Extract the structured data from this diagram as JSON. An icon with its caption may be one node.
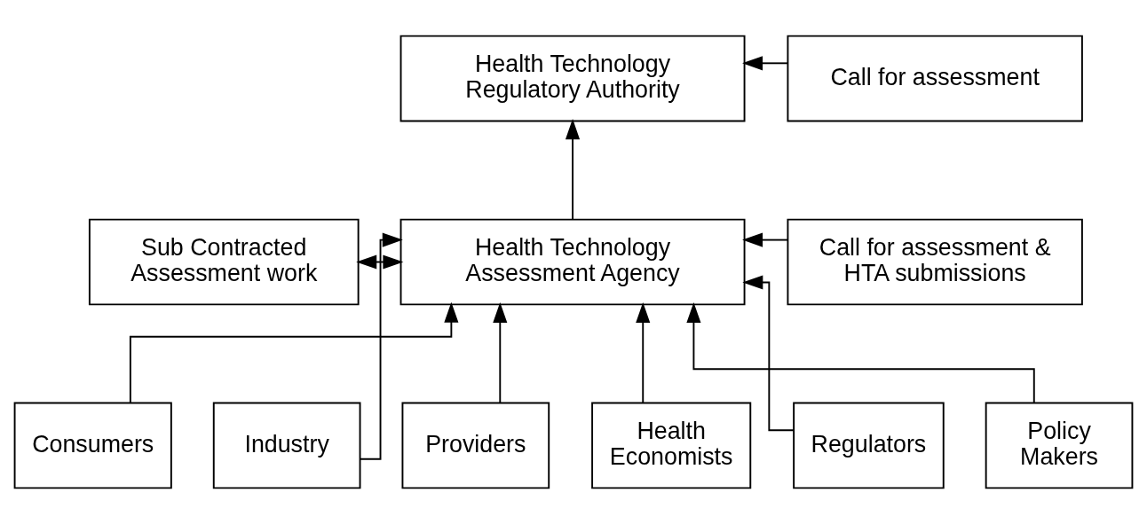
{
  "diagram": {
    "nodes": [
      {
        "text": [
          "Health Technology Regulatory Authority"
        ]
      },
      {
        "text": [
          "Call for assessment"
        ]
      },
      {
        "text": [
          "Sub Contracted Assessment work"
        ]
      },
      {
        "text": [
          "Health Technology Assessment Agency"
        ]
      },
      {
        "text": [
          "Call for assessment & HTA submissions"
        ]
      },
      {
        "text": [
          "Consumers"
        ]
      },
      {
        "text": [
          "Industry"
        ]
      },
      {
        "text": [
          "Providers"
        ]
      },
      {
        "text": [
          "Health Economists"
        ]
      },
      {
        "text": [
          "Regulators"
        ]
      },
      {
        "text": [
          "Policy Makers"
        ]
      }
    ],
    "edges": [
      {
        "from": 1,
        "to": 0,
        "arrow": "to"
      },
      {
        "from": 3,
        "to": 0,
        "arrow": "to"
      },
      {
        "from": 2,
        "to": 3,
        "arrow": "both"
      },
      {
        "from": 4,
        "to": 3,
        "arrow": "to"
      },
      {
        "from": 5,
        "to": 3,
        "arrow": "to"
      },
      {
        "from": 6,
        "to": 3,
        "arrow": "to"
      },
      {
        "from": 7,
        "to": 3,
        "arrow": "to"
      },
      {
        "from": 8,
        "to": 3,
        "arrow": "to"
      },
      {
        "from": 9,
        "to": 3,
        "arrow": "to"
      },
      {
        "from": 10,
        "to": 3,
        "arrow": "to"
      }
    ]
  }
}
